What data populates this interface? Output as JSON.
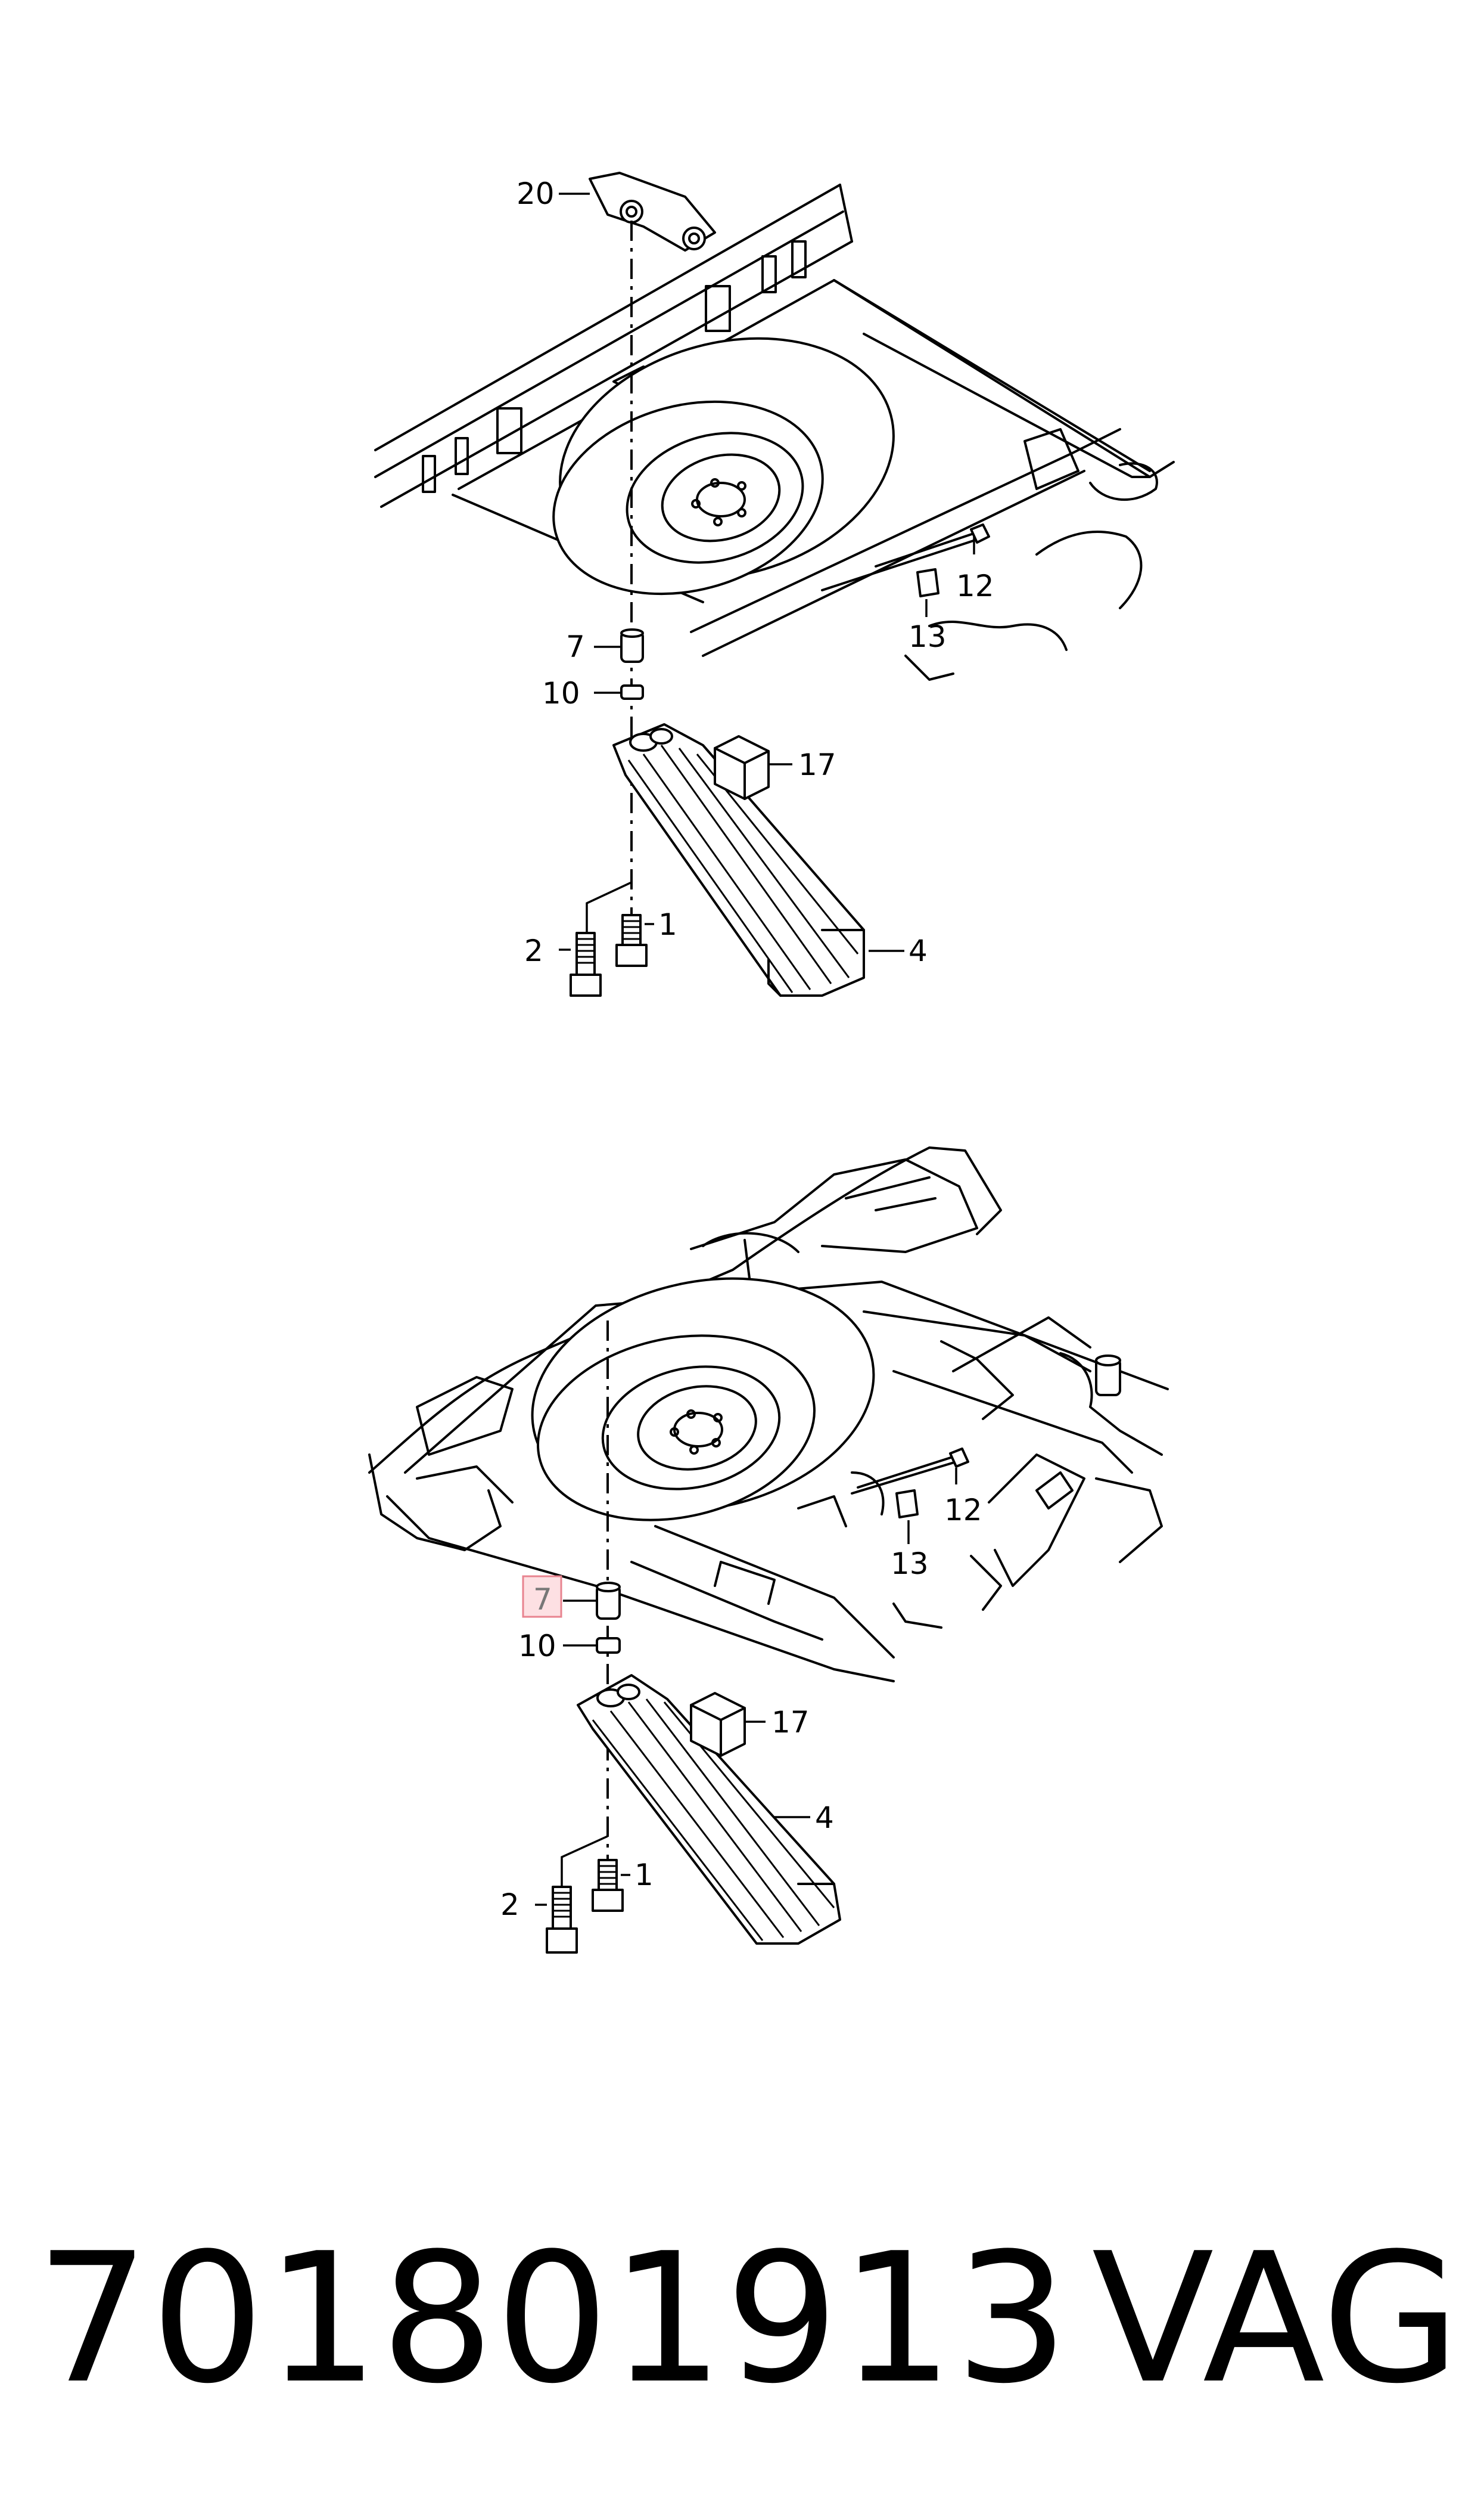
{
  "diagram": {
    "top": {
      "labels": {
        "l20": "20",
        "l12": "12",
        "l13": "13",
        "l7": "7",
        "l10": "10",
        "l17": "17",
        "l1": "1",
        "l2": "2",
        "l4": "4"
      }
    },
    "bottom": {
      "labels": {
        "l12": "12",
        "l13": "13",
        "l7": "7",
        "l10": "10",
        "l17": "17",
        "l1": "1",
        "l2": "2",
        "l4": "4"
      },
      "highlighted_label": "7",
      "highlight_color": "#fde0e3"
    }
  },
  "footer": {
    "part_number": "701801913",
    "brand": "VAG"
  }
}
